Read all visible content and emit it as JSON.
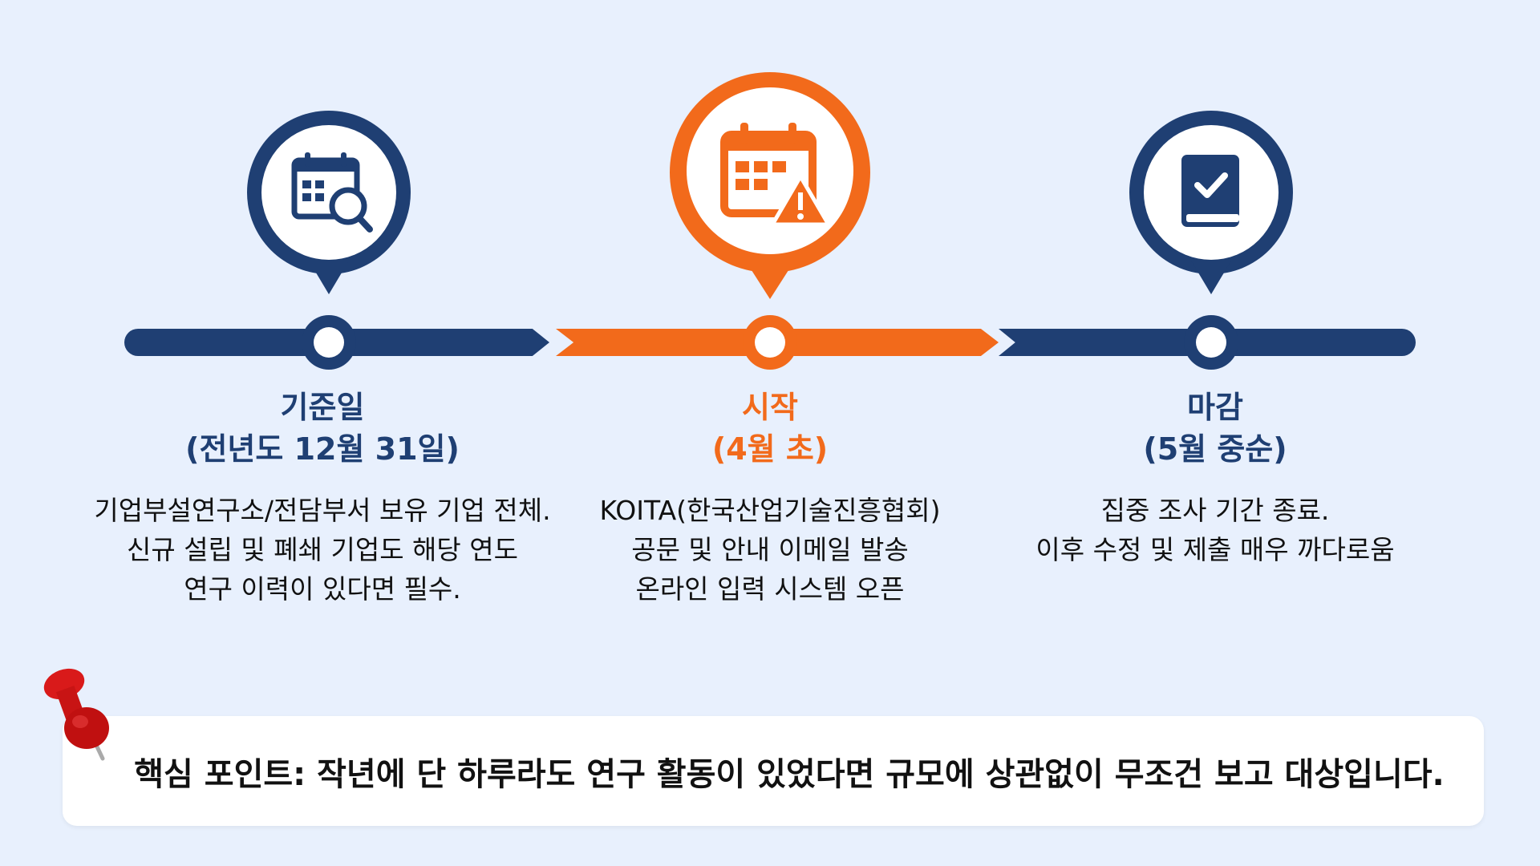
{
  "colors": {
    "navy": "#1f3f73",
    "orange": "#f26a1b",
    "background": "#e8f0fd"
  },
  "milestones": [
    {
      "icon": "calendar-search-icon",
      "title": "기준일",
      "subtitle": "(전년도 12월 31일)",
      "lines": [
        "기업부설연구소/전담부서 보유 기업 전체.",
        "신규 설립 및 폐쇄 기업도 해당 연도",
        "연구 이력이 있다면 필수."
      ]
    },
    {
      "icon": "calendar-warning-icon",
      "title": "시작",
      "subtitle": "(4월 초)",
      "lines": [
        "KOITA(한국산업기술진흥협회)",
        "공문 및 안내 이메일 발송",
        "온라인 입력 시스템 오픈"
      ]
    },
    {
      "icon": "book-check-icon",
      "title": "마감",
      "subtitle": "(5월 중순)",
      "lines": [
        "집중 조사 기간 종료.",
        "이후 수정 및 제출 매우 까다로움"
      ]
    }
  ],
  "key_point": "핵심 포인트: 작년에 단 하루라도 연구 활동이 있었다면 규모에 상관없이 무조건 보고 대상입니다."
}
